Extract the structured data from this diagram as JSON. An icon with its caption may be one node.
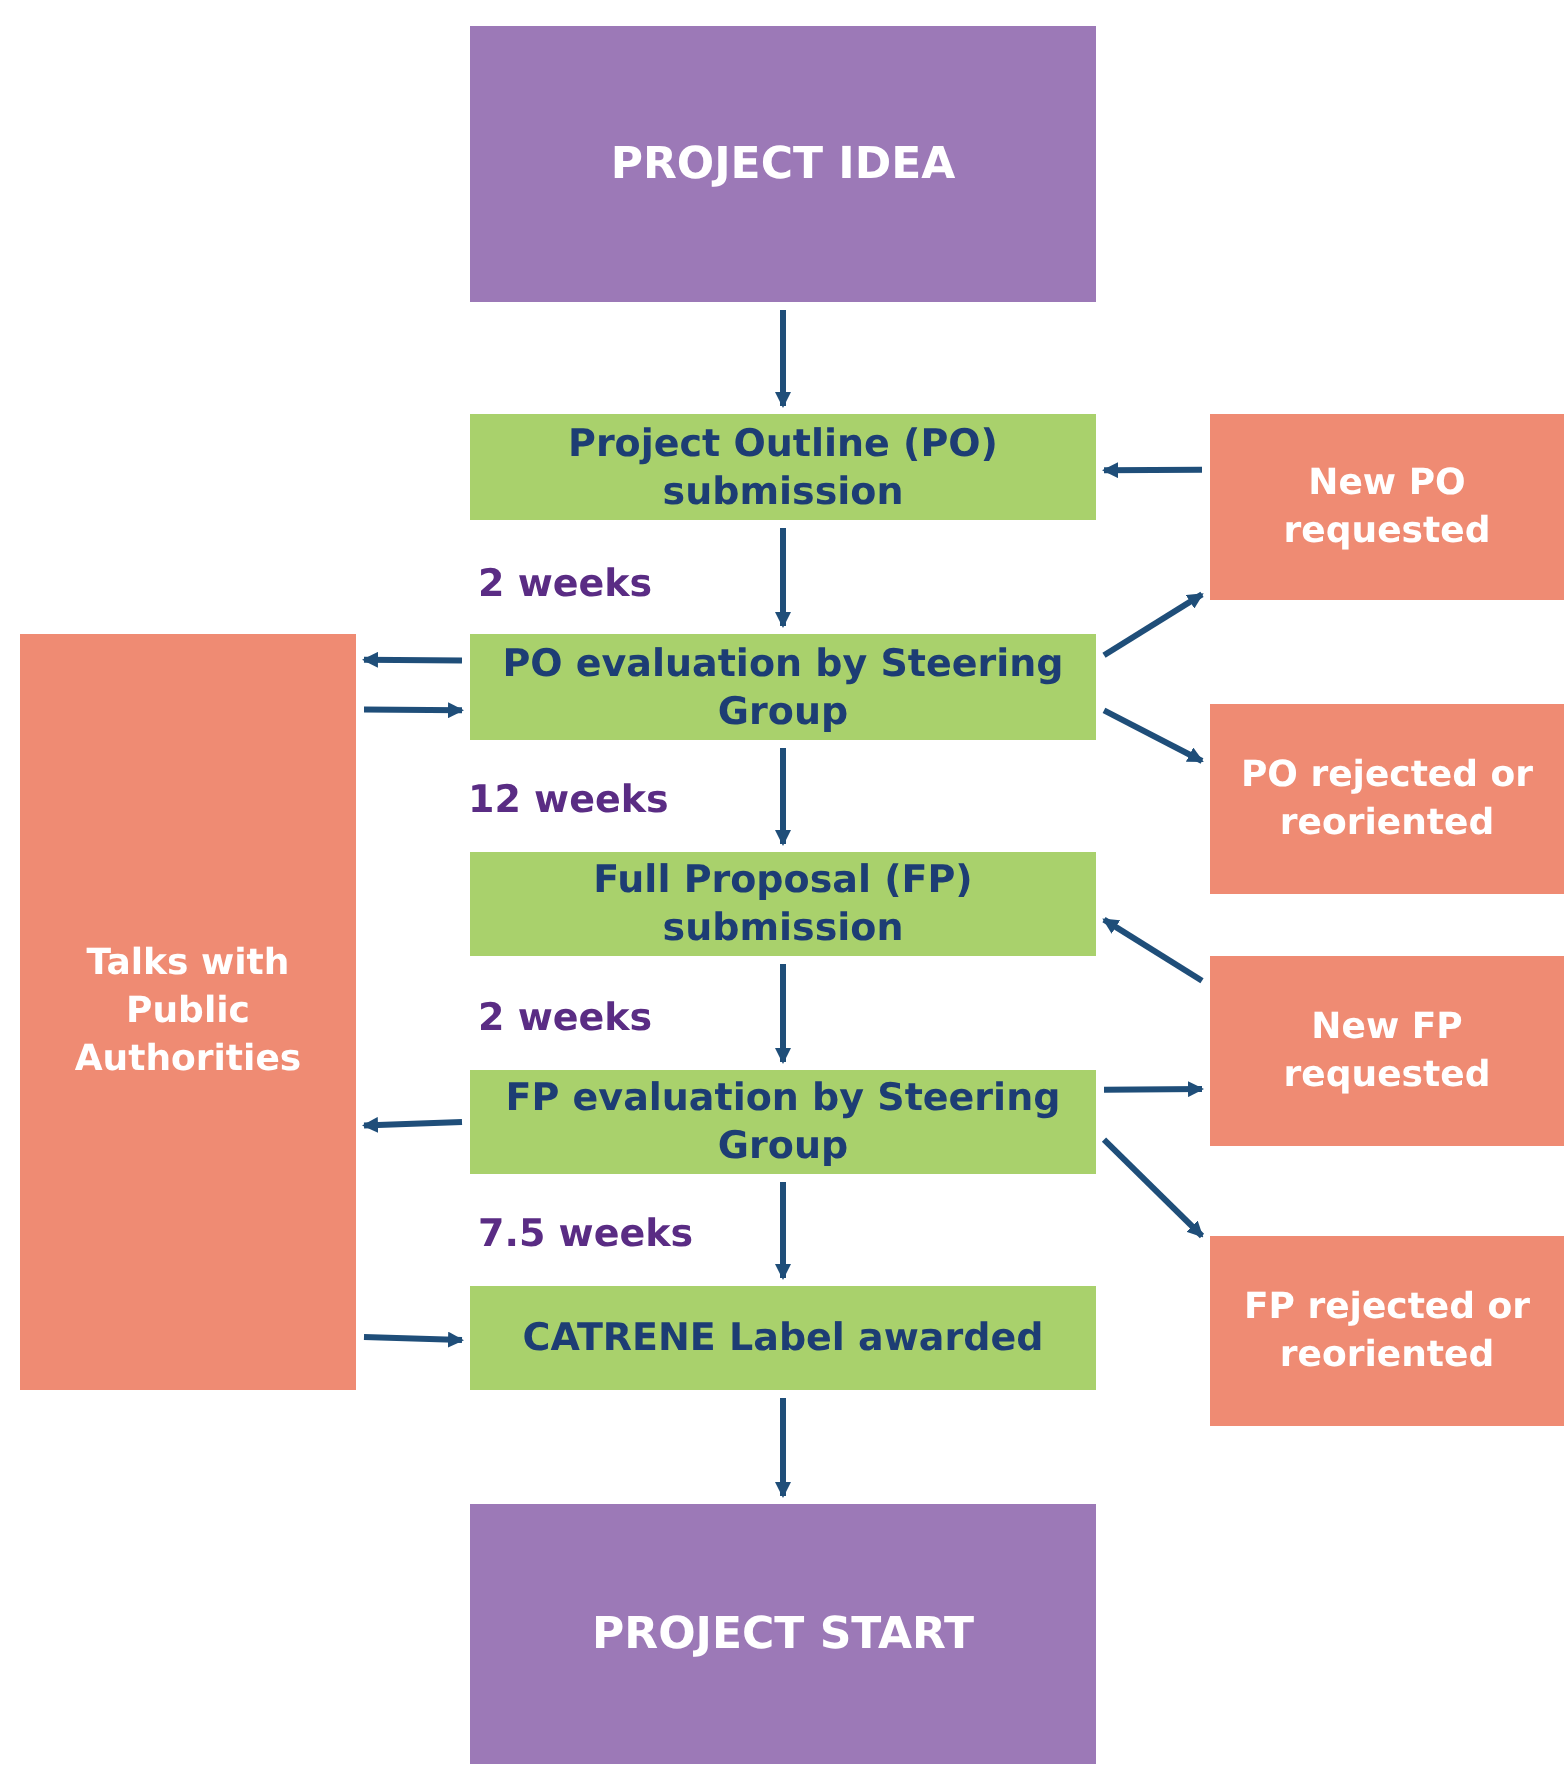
{
  "diagram": {
    "nodes": [
      {
        "text": [
          "PROJECT IDEA"
        ]
      },
      {
        "text": [
          "Project Outline (PO) submission"
        ]
      },
      {
        "text": [
          "New PO requested"
        ]
      },
      {
        "text": [
          "Talks with Public Authorities"
        ]
      },
      {
        "text": [
          "PO evaluation by Steering Group"
        ]
      },
      {
        "text": [
          "PO rejected or reoriented"
        ]
      },
      {
        "text": [
          "Full Proposal (FP) submission"
        ]
      },
      {
        "text": [
          "New FP requested"
        ]
      },
      {
        "text": [
          "FP evaluation by Steering Group"
        ]
      },
      {
        "text": [
          "FP rejected or reoriented"
        ]
      },
      {
        "text": [
          "CATRENE Label awarded"
        ]
      },
      {
        "text": [
          "PROJECT START"
        ]
      }
    ],
    "edges": [
      {
        "from": 0,
        "to": 1,
        "arrow": "to"
      },
      {
        "from": 2,
        "to": 1,
        "arrow": "to"
      },
      {
        "from": 1,
        "to": 4,
        "arrow": "to",
        "label": "2 weeks"
      },
      {
        "from": 4,
        "to": 3,
        "arrow": "to"
      },
      {
        "from": 3,
        "to": 4,
        "arrow": "to"
      },
      {
        "from": 4,
        "to": 2,
        "arrow": "to"
      },
      {
        "from": 4,
        "to": 5,
        "arrow": "to"
      },
      {
        "from": 4,
        "to": 6,
        "arrow": "to",
        "label": "12 weeks"
      },
      {
        "from": 7,
        "to": 6,
        "arrow": "to"
      },
      {
        "from": 6,
        "to": 8,
        "arrow": "to",
        "label": "2 weeks"
      },
      {
        "from": 8,
        "to": 3,
        "arrow": "to"
      },
      {
        "from": 8,
        "to": 7,
        "arrow": "to"
      },
      {
        "from": 8,
        "to": 9,
        "arrow": "to"
      },
      {
        "from": 8,
        "to": 10,
        "arrow": "to",
        "label": "7.5 weeks"
      },
      {
        "from": 3,
        "to": 10,
        "arrow": "to"
      },
      {
        "from": 10,
        "to": 11,
        "arrow": "to"
      }
    ]
  }
}
